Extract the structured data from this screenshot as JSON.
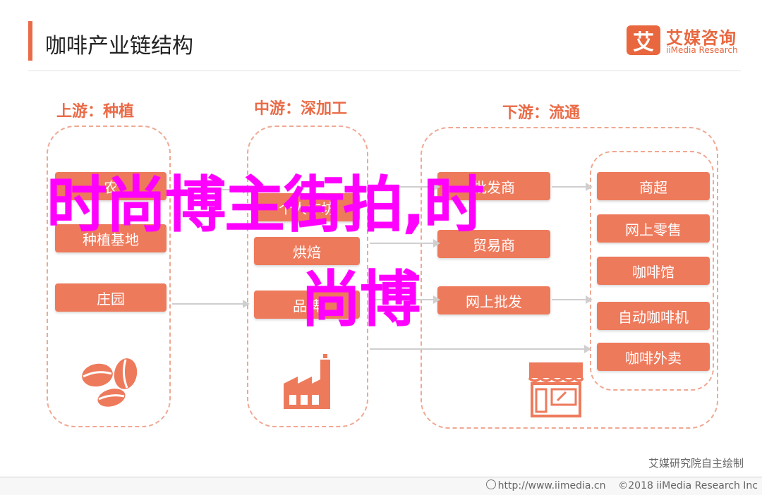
{
  "header": {
    "title": "咖啡产业链结构",
    "logo_mark": "艾",
    "logo_cn": "艾媒咨询",
    "logo_en": "iiMedia Research"
  },
  "upstream": {
    "title": "上游：种植",
    "items": [
      "农",
      "种植基地",
      "庄园"
    ]
  },
  "midstream": {
    "title": "中游：深加工",
    "items": [
      "个人作坊",
      "烘焙",
      "品牌"
    ]
  },
  "downstream": {
    "title": "下游：流通",
    "left_items": [
      "批发商",
      "贸易商",
      "网上批发"
    ],
    "right_items": [
      "商超",
      "网上零售",
      "咖啡馆",
      "自动咖啡机",
      "咖啡外卖"
    ]
  },
  "overlay": {
    "line1": "时尚博主街拍,时",
    "line2": "尚博"
  },
  "source_note": "艾媒研究院自主绘制",
  "footer": {
    "url": "http://www.iimedia.cn",
    "copyright": "©2018  iiMedia Research  Inc"
  },
  "colors": {
    "accent": "#ea6b47",
    "item_fill": "#ee7a5c",
    "overlay_text": "#ff00ff"
  }
}
